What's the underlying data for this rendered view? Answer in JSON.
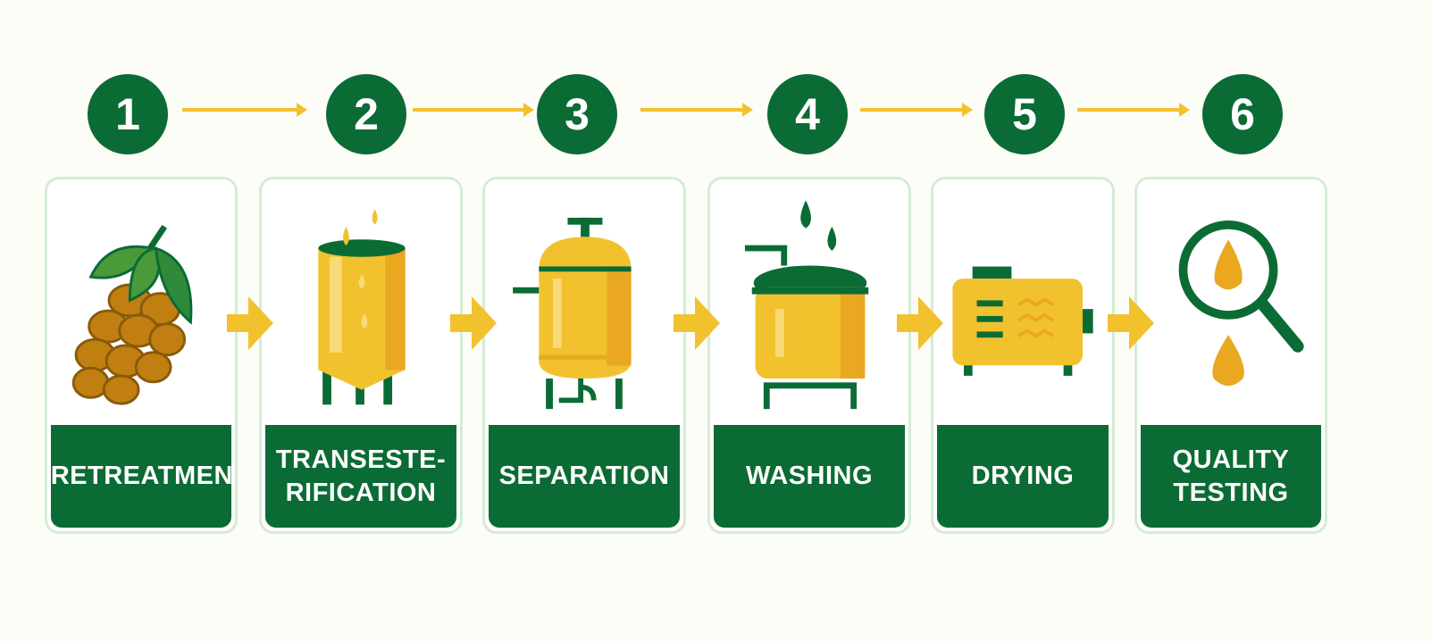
{
  "colors": {
    "green": "#0b6b35",
    "yellow": "#f2c12e",
    "leaf": "#4a9a3a",
    "brown": "#c07f10"
  },
  "steps": [
    {
      "number": "1",
      "label": "PRETREATMENT",
      "icon": "hop-cone-icon"
    },
    {
      "number": "2",
      "label": "TRANSESTE-\nRIFICATION",
      "icon": "reactor-tank-icon"
    },
    {
      "number": "3",
      "label": "SEPARATION",
      "icon": "separator-vessel-icon"
    },
    {
      "number": "4",
      "label": "WASHING",
      "icon": "wash-tank-icon"
    },
    {
      "number": "5",
      "label": "DRYING",
      "icon": "dryer-icon"
    },
    {
      "number": "6",
      "label": "QUALITY\nTESTING",
      "icon": "magnifier-drop-icon"
    }
  ]
}
